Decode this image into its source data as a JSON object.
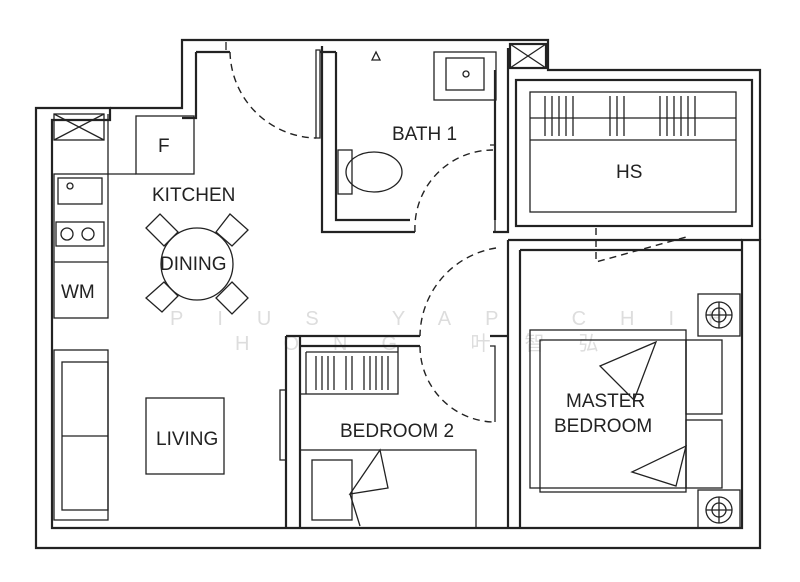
{
  "rooms": {
    "bath": "BATH 1",
    "hs": "HS",
    "fridge": "F",
    "kitchen": "KITCHEN",
    "dining": "DINING",
    "wm": "WM",
    "living": "LIVING",
    "bedroom2": "BEDROOM 2",
    "master_line1": "MASTER",
    "master_line2": "BEDROOM"
  },
  "watermark": {
    "line1": "PIUS YAP CHIH",
    "line2": "HONG 叶智弘"
  },
  "colors": {
    "line": "#222222",
    "background": "#ffffff"
  }
}
